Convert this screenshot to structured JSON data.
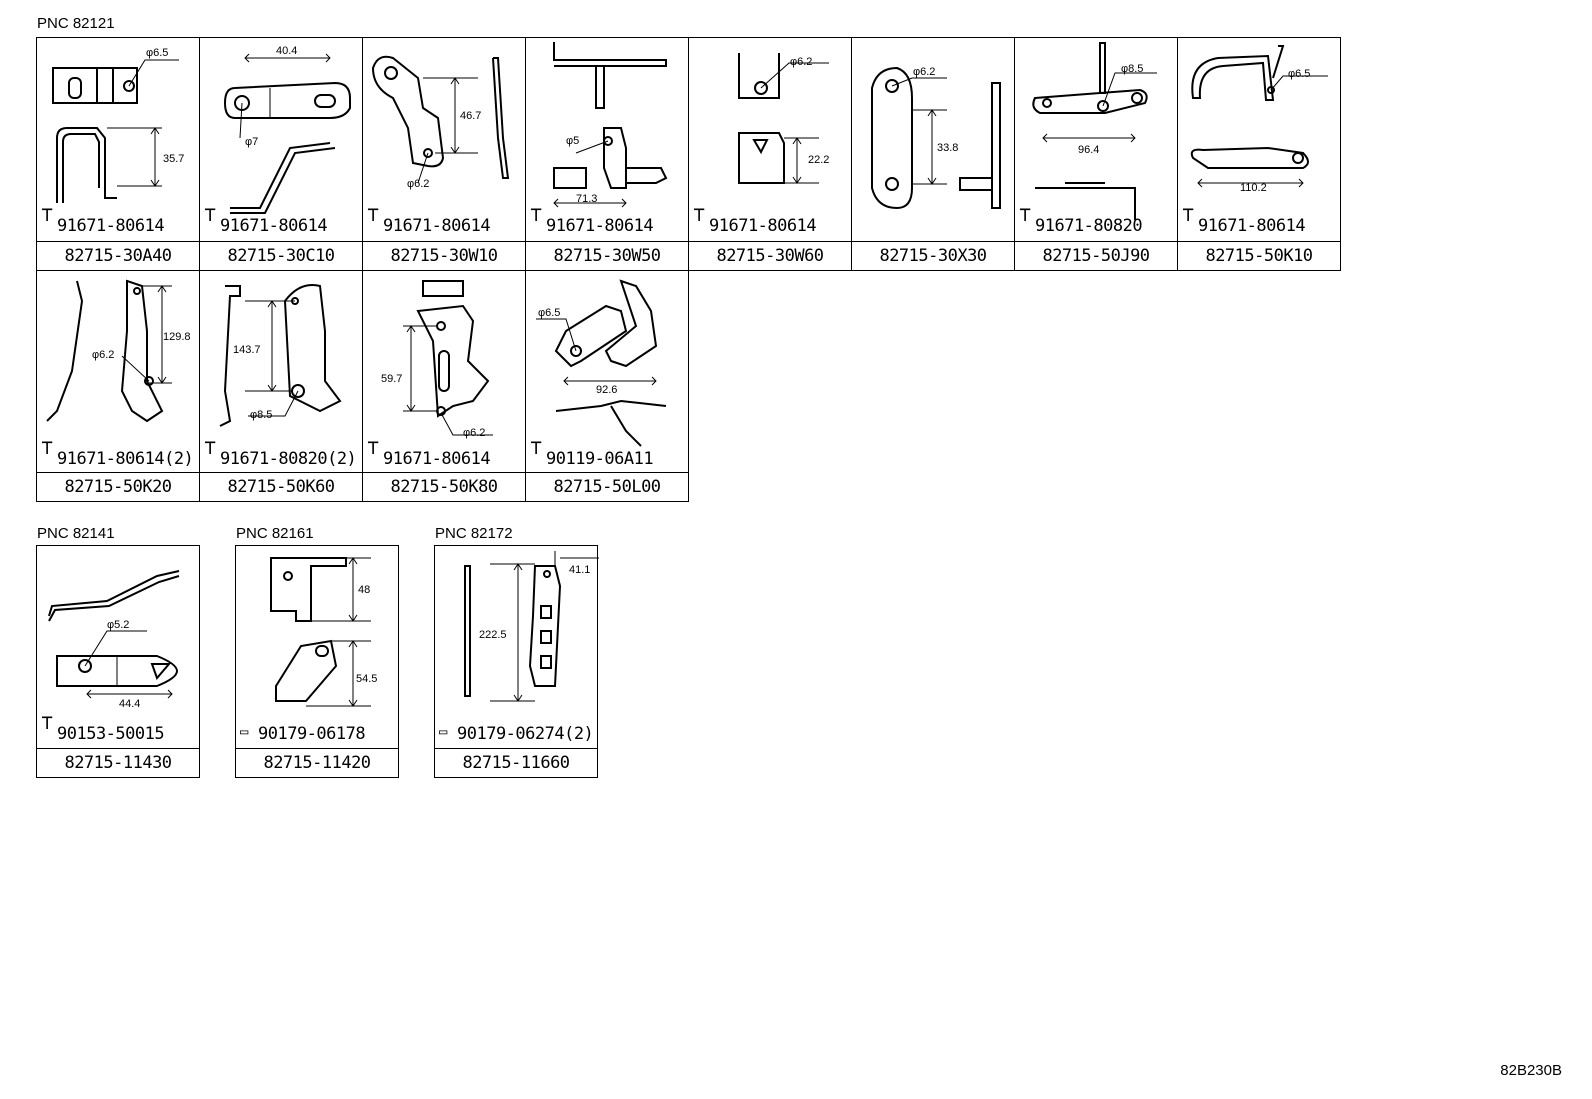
{
  "sections": [
    {
      "pnc_label": "PNC 82121",
      "cells": [
        {
          "part_number": "82715-30A40",
          "fastener": "91671-80614",
          "fastener_type": "bolt",
          "dims": [
            "φ6.5",
            "35.7"
          ]
        },
        {
          "part_number": "82715-30C10",
          "fastener": "91671-80614",
          "fastener_type": "bolt",
          "dims": [
            "40.4",
            "φ7"
          ]
        },
        {
          "part_number": "82715-30W10",
          "fastener": "91671-80614",
          "fastener_type": "bolt",
          "dims": [
            "46.7",
            "φ6.2"
          ]
        },
        {
          "part_number": "82715-30W50",
          "fastener": "91671-80614",
          "fastener_type": "bolt",
          "dims": [
            "φ5",
            "71.3"
          ]
        },
        {
          "part_number": "82715-30W60",
          "fastener": "91671-80614",
          "fastener_type": "bolt",
          "dims": [
            "φ6.2",
            "22.2"
          ]
        },
        {
          "part_number": "82715-30X30",
          "fastener": "",
          "fastener_type": "none",
          "dims": [
            "φ6.2",
            "33.8"
          ]
        },
        {
          "part_number": "82715-50J90",
          "fastener": "91671-80820",
          "fastener_type": "bolt",
          "dims": [
            "φ8.5",
            "96.4"
          ]
        },
        {
          "part_number": "82715-50K10",
          "fastener": "91671-80614",
          "fastener_type": "bolt",
          "dims": [
            "φ6.5",
            "110.2"
          ]
        },
        {
          "part_number": "82715-50K20",
          "fastener": "91671-80614(2)",
          "fastener_type": "bolt",
          "dims": [
            "129.8",
            "φ6.2"
          ]
        },
        {
          "part_number": "82715-50K60",
          "fastener": "91671-80820(2)",
          "fastener_type": "bolt",
          "dims": [
            "143.7",
            "φ8.5"
          ]
        },
        {
          "part_number": "82715-50K80",
          "fastener": "91671-80614",
          "fastener_type": "bolt",
          "dims": [
            "59.7",
            "φ6.2"
          ]
        },
        {
          "part_number": "82715-50L00",
          "fastener": "90119-06A11",
          "fastener_type": "bolt",
          "dims": [
            "φ6.5",
            "92.6"
          ]
        }
      ]
    },
    {
      "pnc_label": "PNC 82141",
      "cells": [
        {
          "part_number": "82715-11430",
          "fastener": "90153-50015",
          "fastener_type": "screw",
          "dims": [
            "φ5.2",
            "44.4"
          ]
        }
      ]
    },
    {
      "pnc_label": "PNC 82161",
      "cells": [
        {
          "part_number": "82715-11420",
          "fastener": "90179-06178",
          "fastener_type": "nut",
          "dims": [
            "48",
            "54.5"
          ]
        }
      ]
    },
    {
      "pnc_label": "PNC 82172",
      "cells": [
        {
          "part_number": "82715-11660",
          "fastener": "90179-06274(2)",
          "fastener_type": "nut",
          "dims": [
            "41.1",
            "222.5"
          ]
        }
      ]
    }
  ],
  "diagram_id": "82B230B"
}
